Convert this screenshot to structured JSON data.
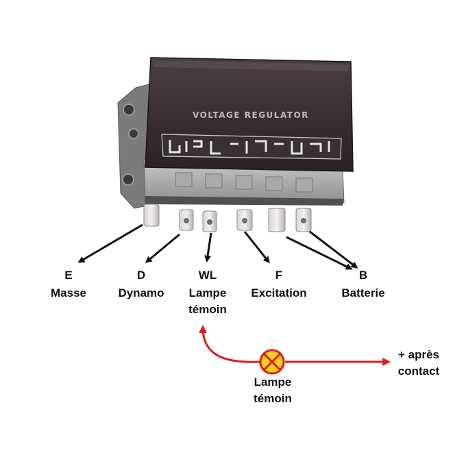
{
  "regulator": {
    "case_label": "VOLTAGE REGULATOR",
    "terminal_letters": [
      "E",
      "D",
      "WL",
      "F",
      "B"
    ]
  },
  "terminals": [
    {
      "code": "E",
      "name": "Masse"
    },
    {
      "code": "D",
      "name": "Dynamo"
    },
    {
      "code": "WL",
      "name": "Lampe",
      "name2": "témoin"
    },
    {
      "code": "F",
      "name": "Excitation"
    },
    {
      "code": "B",
      "name": "Batterie"
    }
  ],
  "lamp": {
    "label_line1": "Lampe",
    "label_line2": "témoin",
    "color": "#f2d21a",
    "wire_color": "#e21b1b"
  },
  "supply": {
    "line1": "+ après",
    "line2": "contact"
  }
}
